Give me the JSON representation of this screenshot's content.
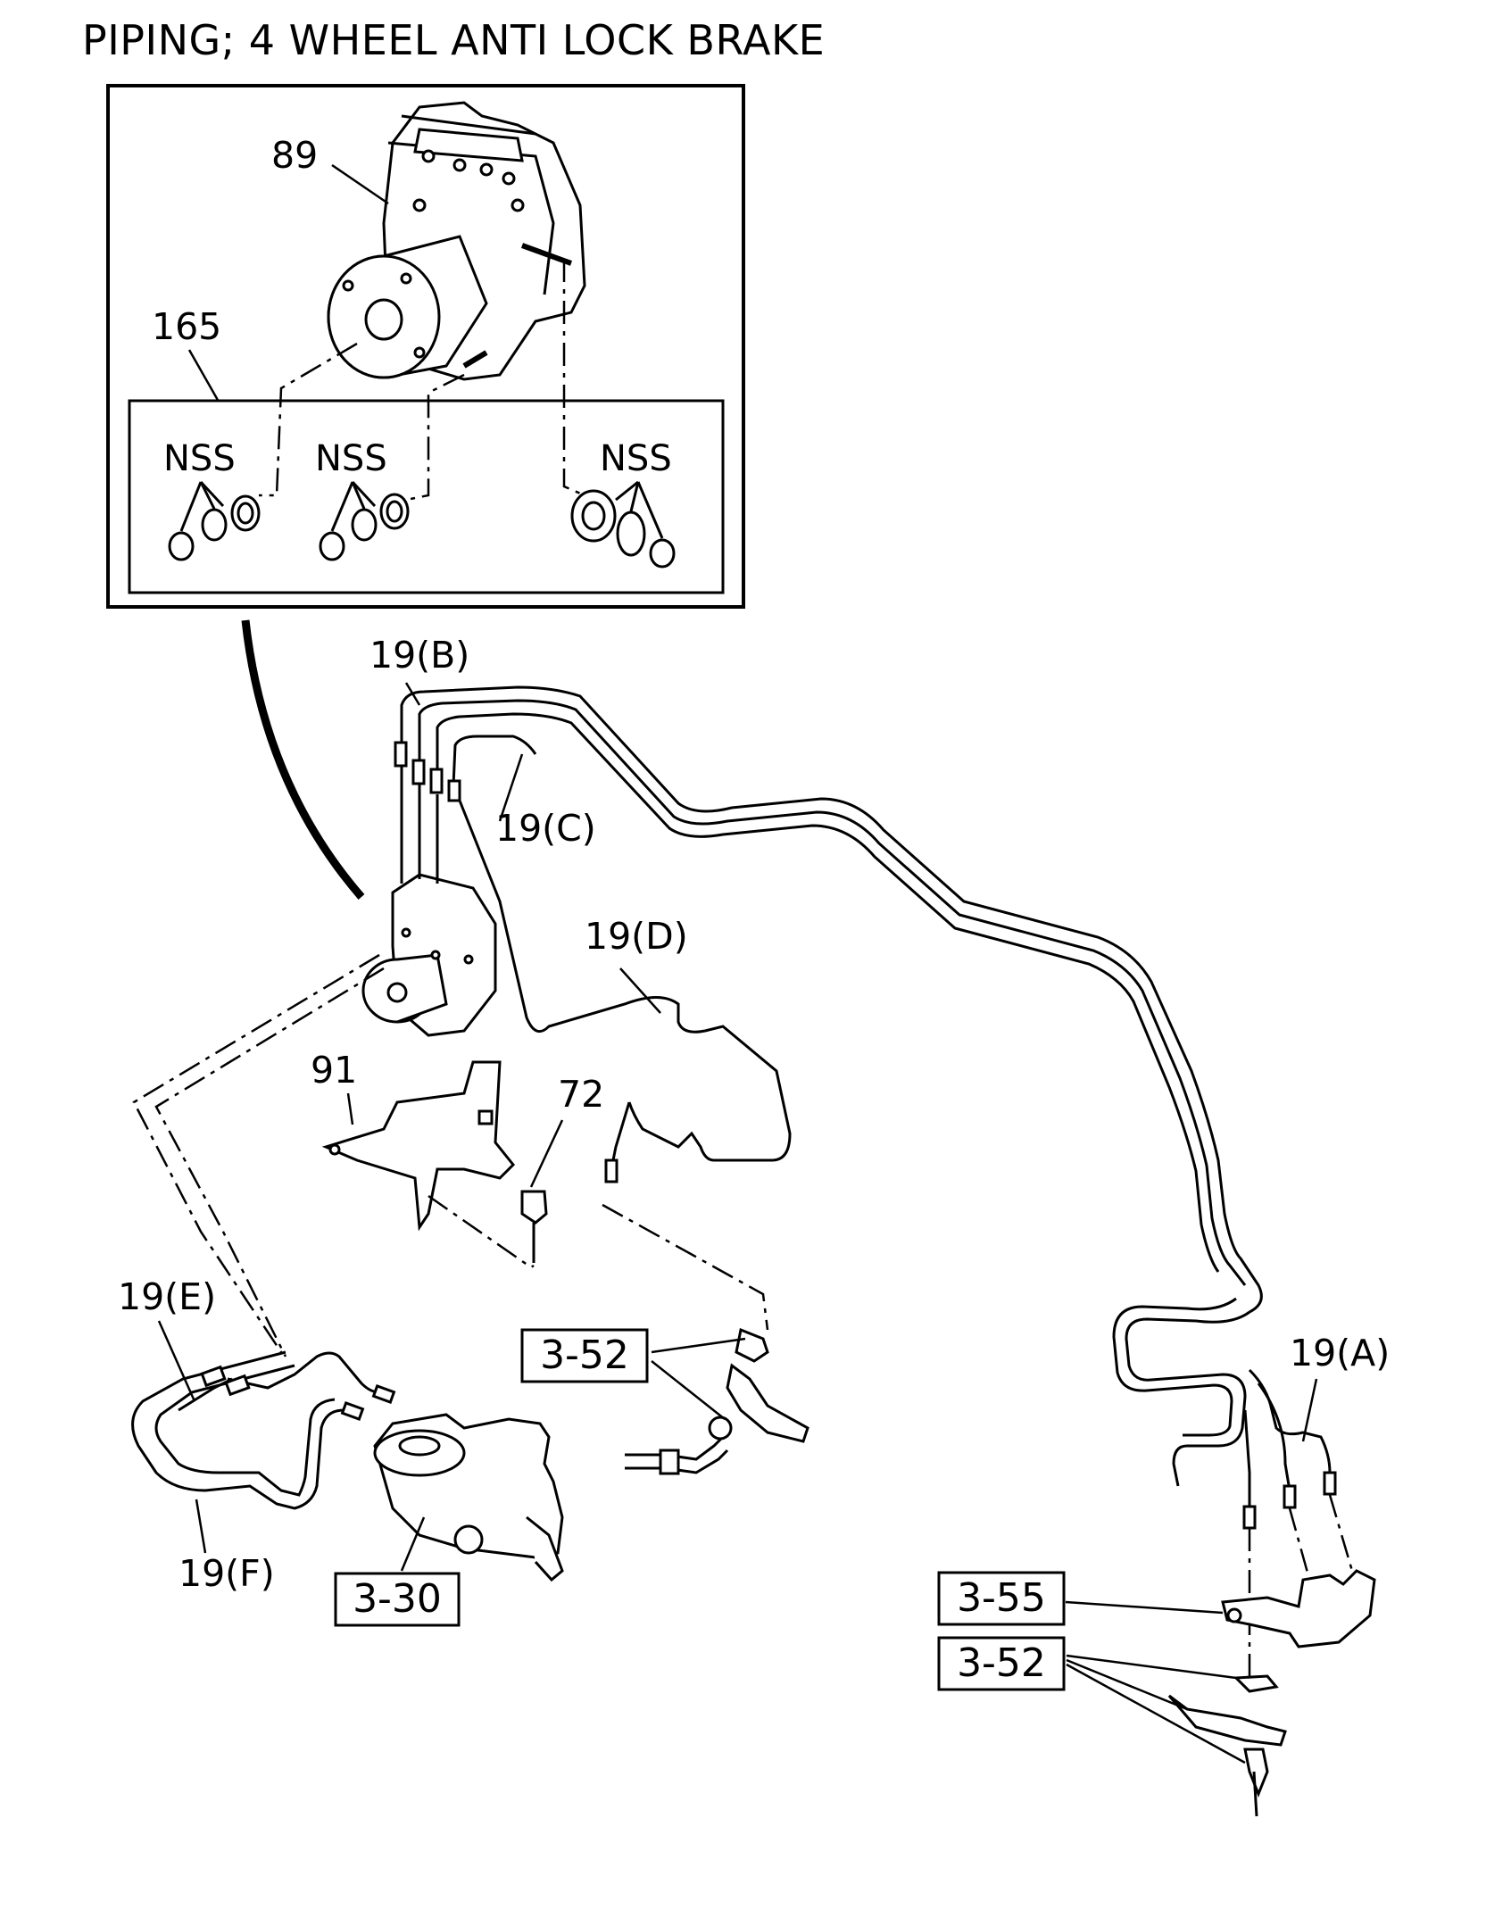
{
  "title": "PIPING; 4 WHEEL ANTI LOCK BRAKE",
  "callouts": {
    "hcu": "89",
    "kit": "165",
    "nss": "NSS",
    "bracket": "91",
    "bolt": "72",
    "pipe_a": "19(A)",
    "pipe_b": "19(B)",
    "pipe_c": "19(C)",
    "pipe_d": "19(D)",
    "pipe_e": "19(E)",
    "pipe_f": "19(F)"
  },
  "references": {
    "master_cylinder": "3-30",
    "hose_front": "3-52",
    "hose_rear": "3-52",
    "rear_block": "3-55"
  }
}
